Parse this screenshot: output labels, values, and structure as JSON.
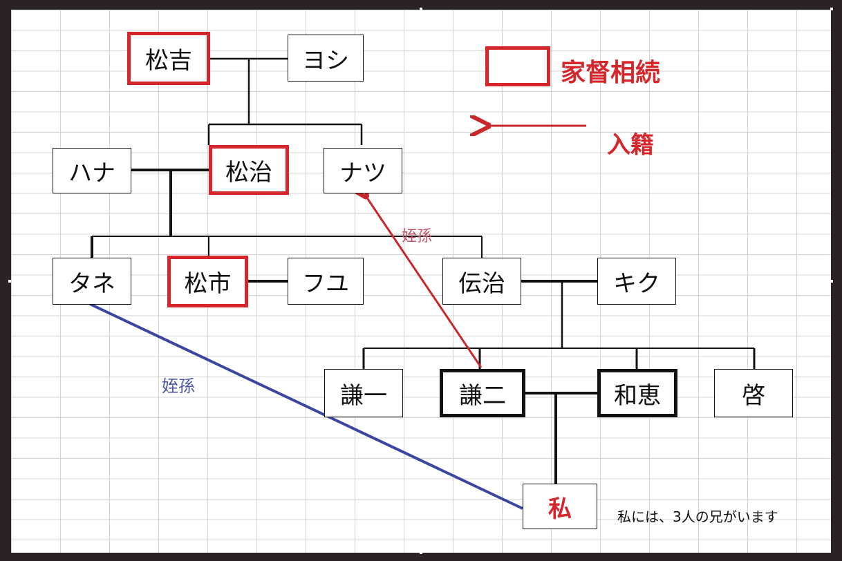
{
  "legend": {
    "heir_label": "家督相続",
    "adopt_label": "入籍"
  },
  "people": {
    "matsukichi": "松吉",
    "yoshi": "ヨシ",
    "hana": "ハナ",
    "matsuji": "松治",
    "natsu": "ナツ",
    "tane": "タネ",
    "matsuichi": "松市",
    "fuyu": "フユ",
    "denji": "伝治",
    "kiku": "キク",
    "kenichi": "謙一",
    "kenji": "謙二",
    "kazue": "和恵",
    "kei": "啓",
    "watashi": "私"
  },
  "relations": {
    "red_label": "姪孫",
    "blue_label": "姪孫"
  },
  "note": "私には、3人の兄がいます",
  "colors": {
    "heir": "#d5272b",
    "blue_line": "#3b46a3",
    "red_arrow": "#c8272b"
  }
}
